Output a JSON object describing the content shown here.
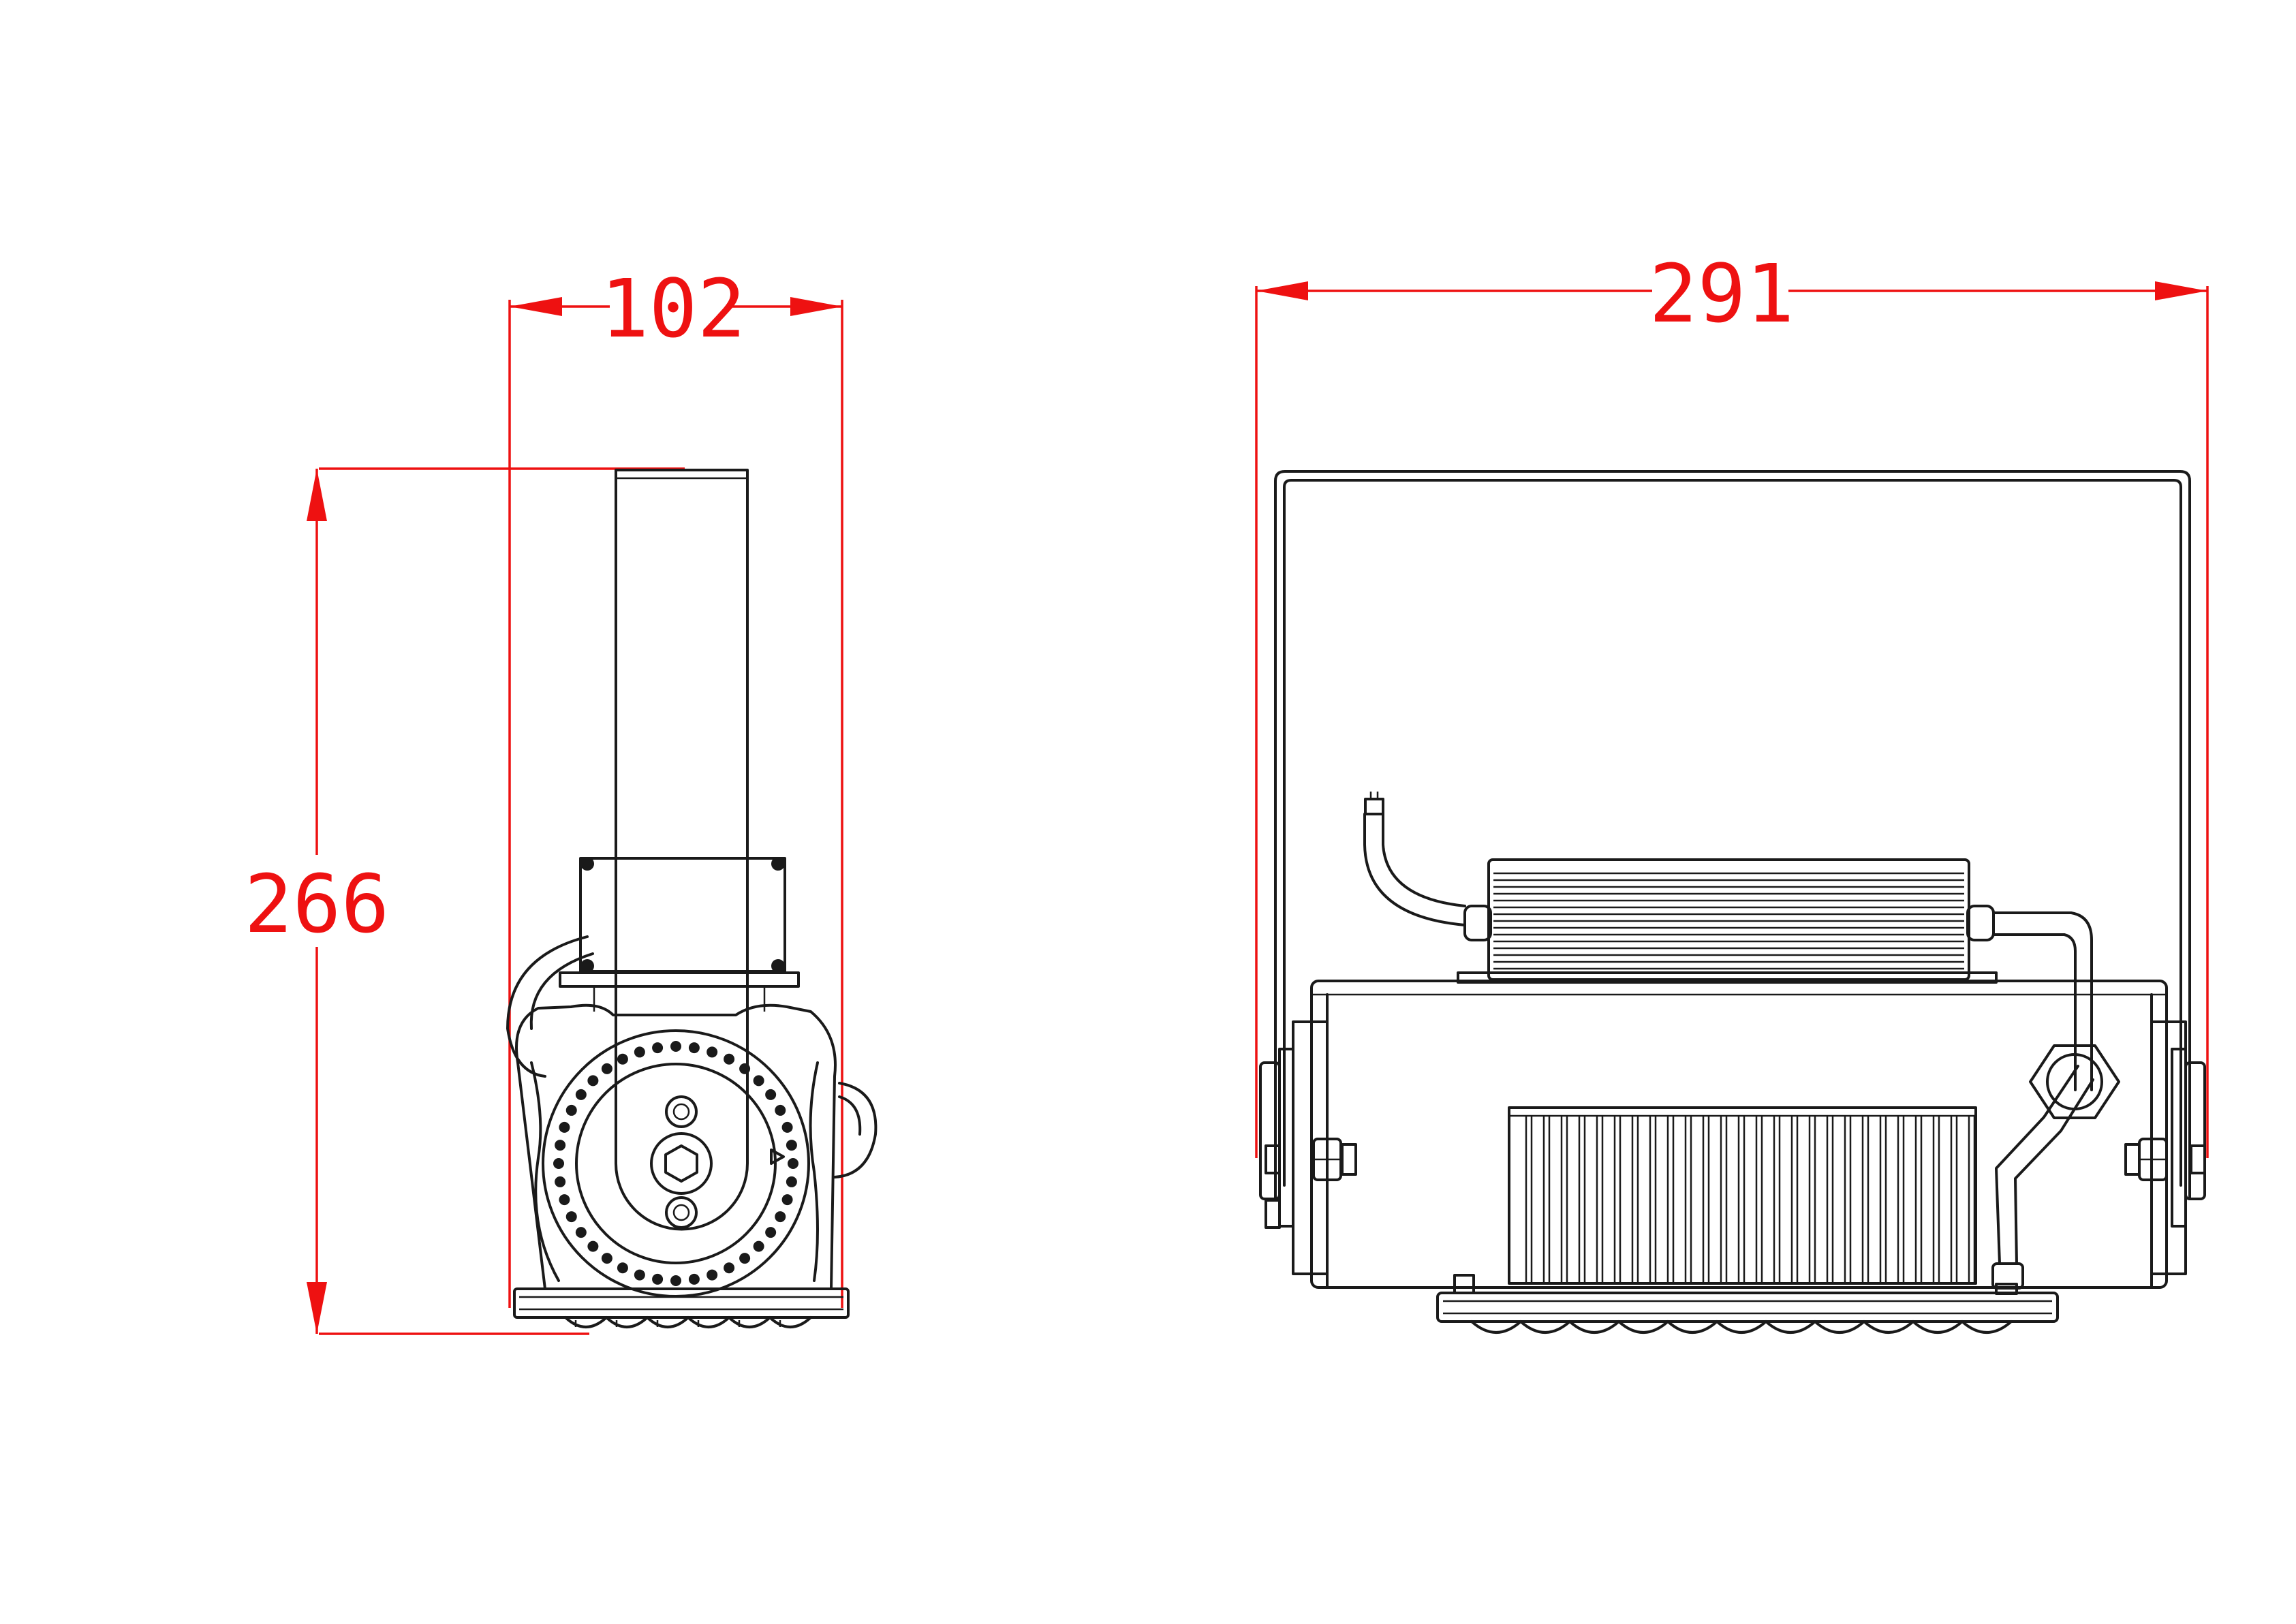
{
  "dimensions": {
    "side_width": "102",
    "side_height": "266",
    "front_width": "291"
  },
  "colors": {
    "dimension": "#ee1111",
    "outline": "#1a1a1a",
    "background": "#ffffff"
  }
}
